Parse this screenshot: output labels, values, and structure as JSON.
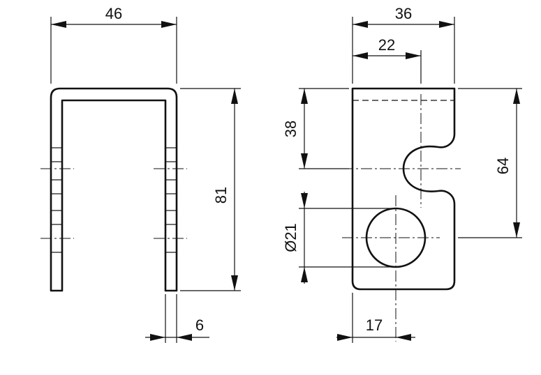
{
  "dimensions": {
    "front_width": "46",
    "front_height": "81",
    "front_thickness": "6",
    "side_width": "36",
    "side_notch_offset": "22",
    "side_notch_height": "38",
    "side_height": "64",
    "side_hole_diameter": "Ø21",
    "side_hole_offset": "17"
  }
}
